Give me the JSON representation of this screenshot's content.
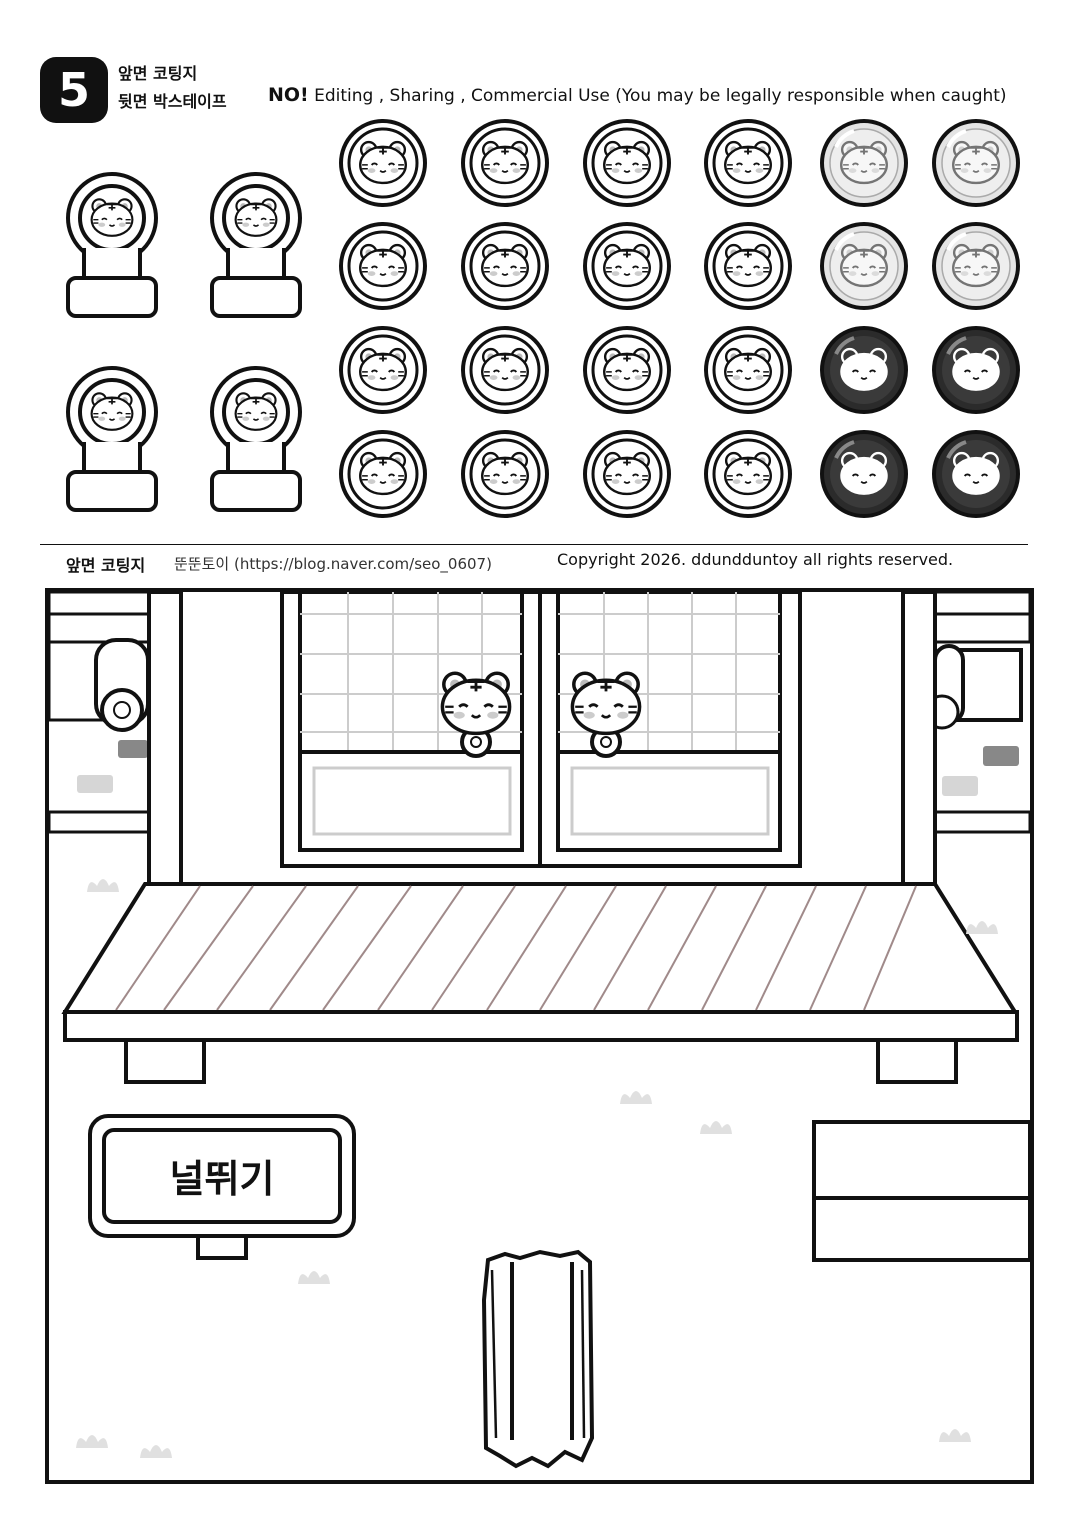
{
  "header": {
    "page_number": "5",
    "line_front": "앞면 코팅지",
    "line_back": "뒷면 박스테이프",
    "notice_strong": "NO!",
    "notice_text": "Editing , Sharing , Commercial Use (You may be legally responsible when caught)"
  },
  "footer": {
    "front_label": "앞면 코팅지",
    "blog_text": "뚠뚠토이 (https://blog.naver.com/seo_0607)",
    "copyright": "Copyright 2026. ddundduntoy all rights reserved."
  },
  "scene": {
    "sign_text": "널뛰기"
  },
  "colors": {
    "ink": "#111111",
    "token_light": "#e4e4e4",
    "token_dark": "#2b2b2b",
    "cushion": "#d8d8d8",
    "floor_line": "#a08a8a"
  },
  "tokens": {
    "columns": 6,
    "rows": 4,
    "column_styles": [
      "outline",
      "outline",
      "outline",
      "outline",
      "filled",
      "filled"
    ],
    "row_tones_filled": [
      "light",
      "light",
      "dark",
      "dark"
    ]
  },
  "stands": {
    "count": 4,
    "icon": "tiger-face-icon"
  }
}
